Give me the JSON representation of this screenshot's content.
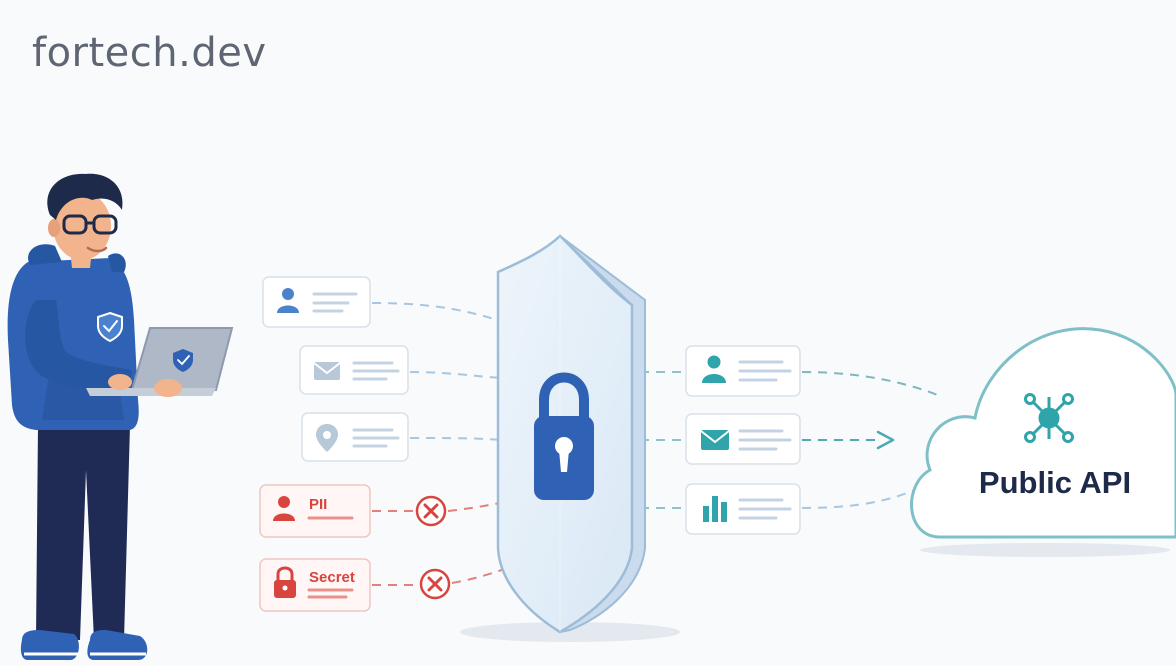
{
  "brand": {
    "name": "fortech.dev"
  },
  "inputs": [
    {
      "icon": "user-icon",
      "label": "",
      "blocked": false
    },
    {
      "icon": "mail-icon",
      "label": "",
      "blocked": false
    },
    {
      "icon": "location-pin-icon",
      "label": "",
      "blocked": false
    },
    {
      "icon": "user-icon",
      "label": "PII",
      "blocked": true
    },
    {
      "icon": "lock-icon",
      "label": "Secret",
      "blocked": true
    }
  ],
  "outputs": [
    {
      "icon": "user-icon"
    },
    {
      "icon": "mail-icon"
    },
    {
      "icon": "bar-chart-icon"
    }
  ],
  "shield": {
    "icon": "padlock-icon"
  },
  "destination": {
    "label": "Public API",
    "icon": "network-hub-icon"
  },
  "colors": {
    "blue": "#3b76c6",
    "teal": "#2fa4aa",
    "red": "#d8453f",
    "navy": "#1e2a4a",
    "hoodie": "#2f62b4"
  }
}
